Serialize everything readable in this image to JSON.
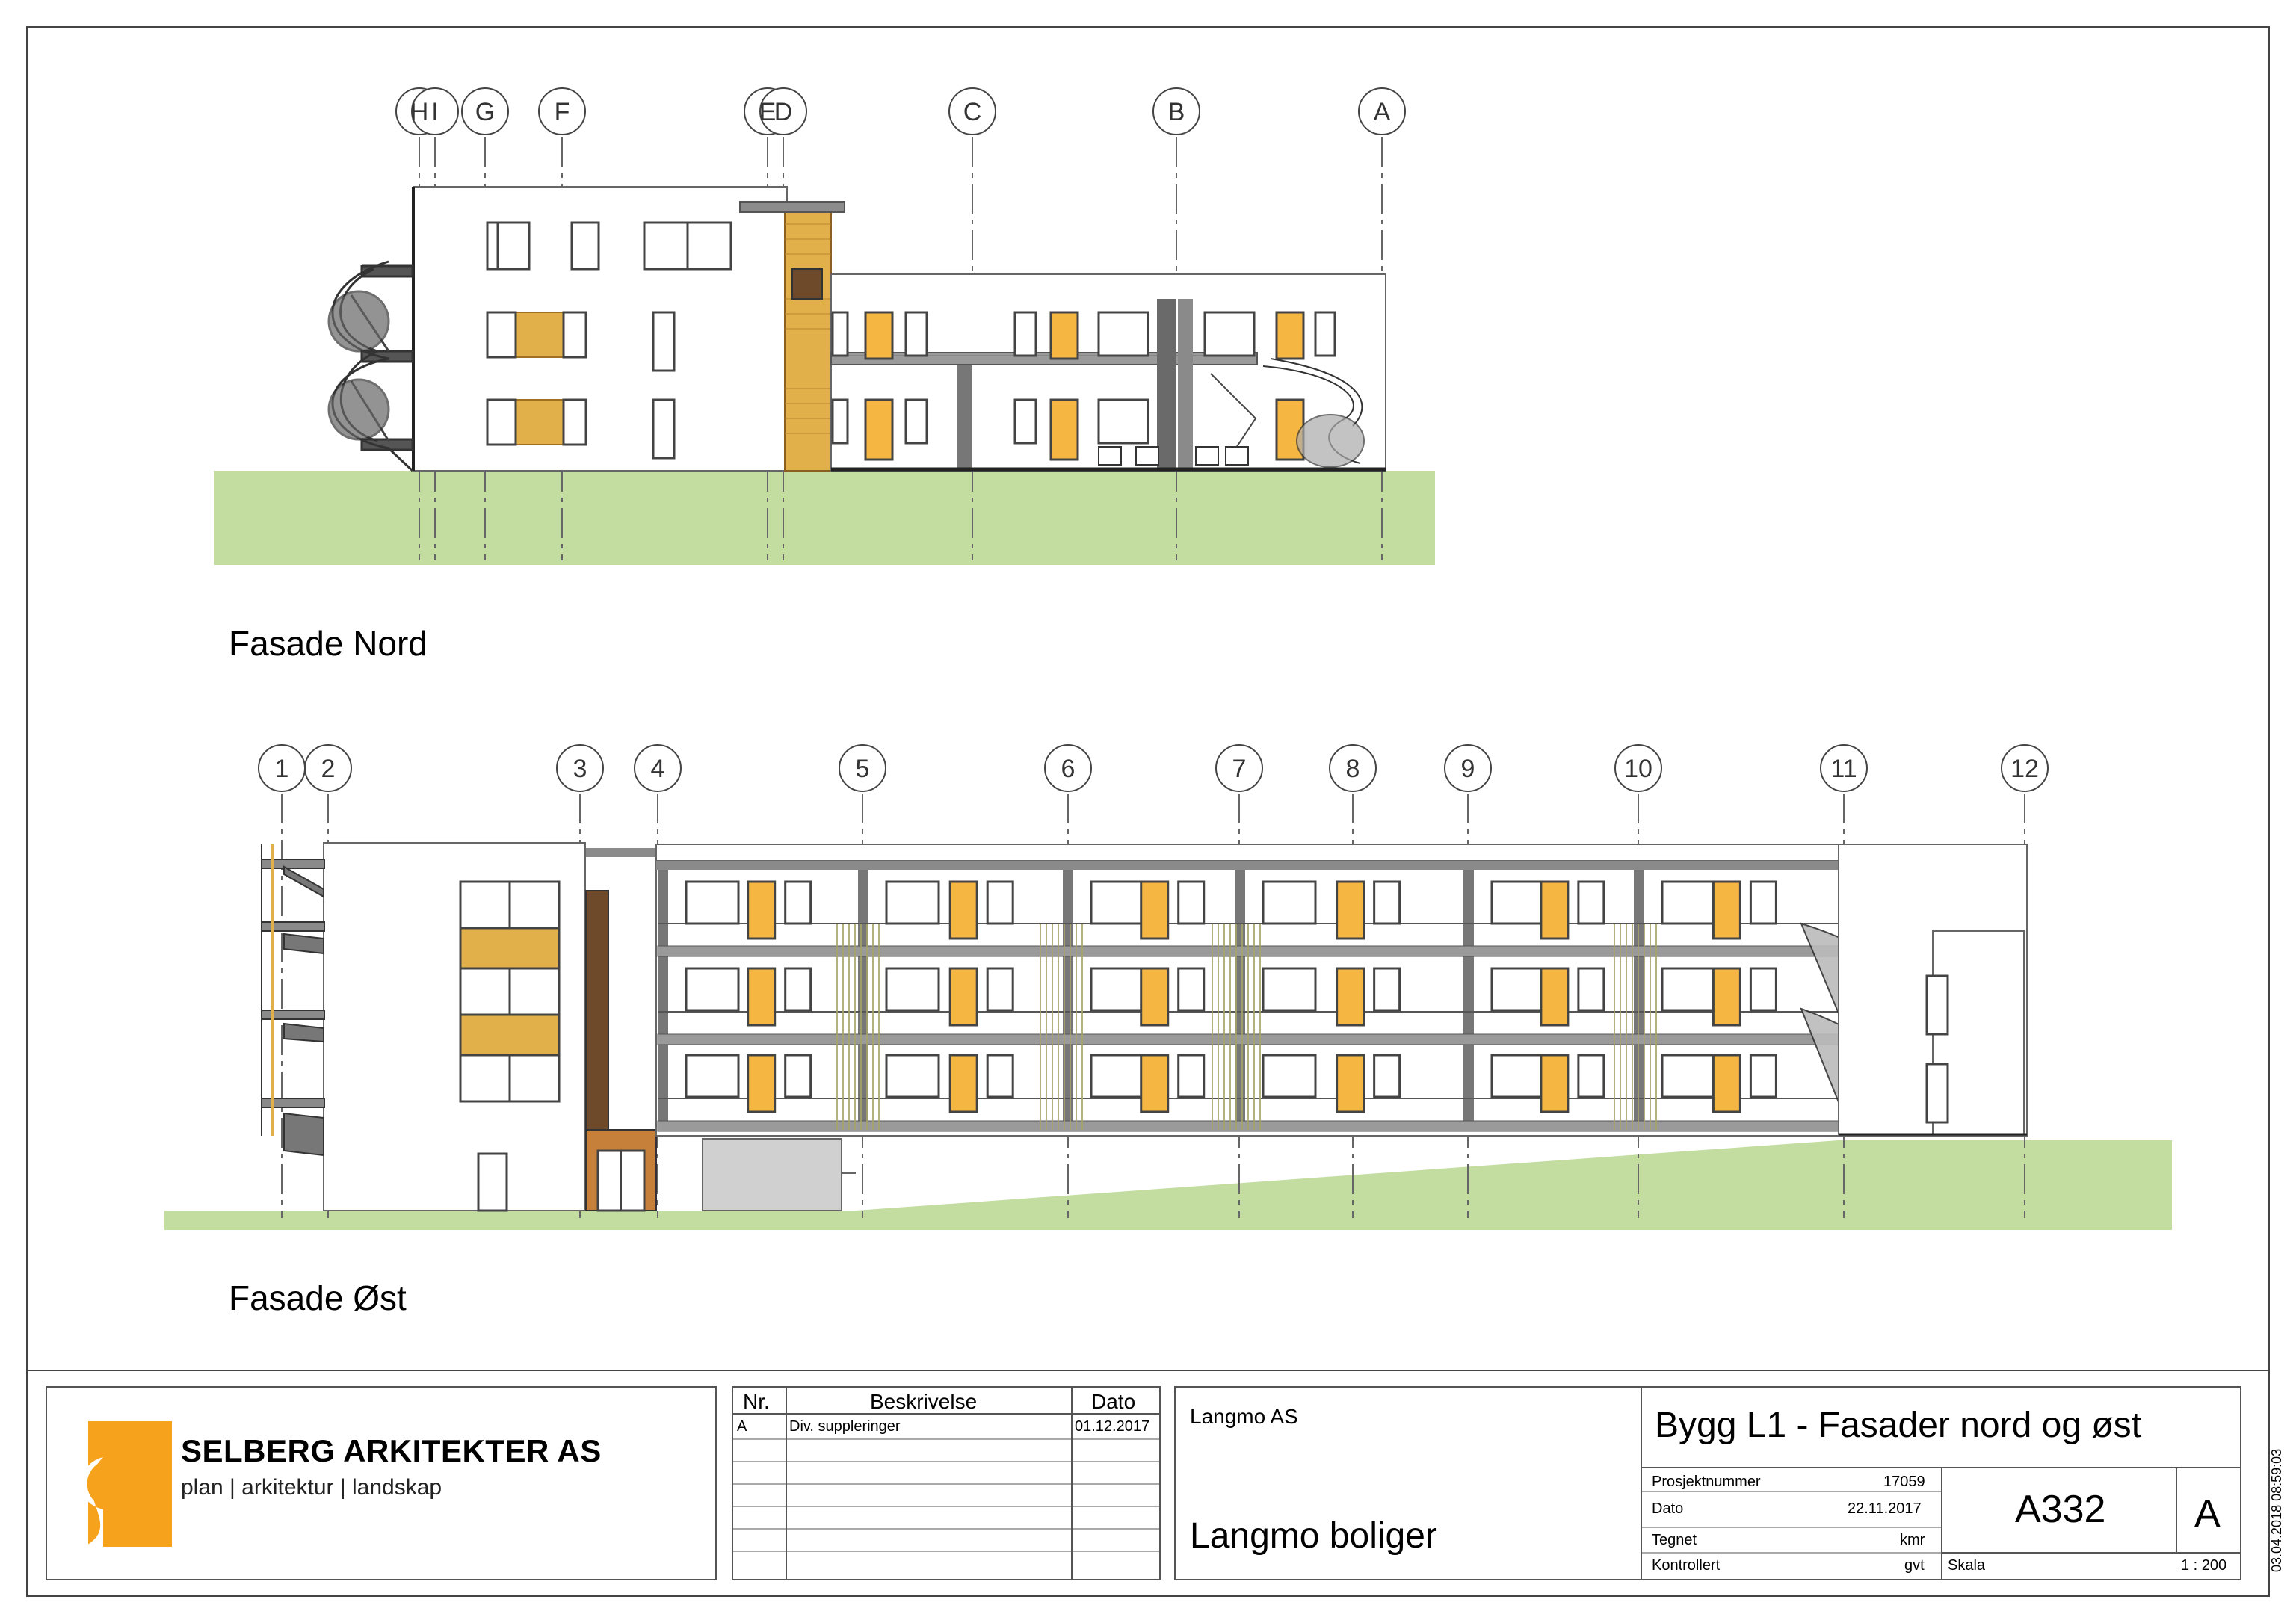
{
  "views": {
    "north": {
      "title": "Fasade Nord",
      "grid_labels": [
        "H",
        "I",
        "G",
        "F",
        "E",
        "D",
        "C",
        "B",
        "A"
      ]
    },
    "east": {
      "title": "Fasade Øst",
      "grid_labels": [
        "1",
        "2",
        "3",
        "4",
        "5",
        "6",
        "7",
        "8",
        "9",
        "10",
        "11",
        "12"
      ]
    }
  },
  "logo": {
    "company": "SELBERG ARKITEKTER AS",
    "tagline": "plan | arkitektur | landskap"
  },
  "revisions": {
    "headers": {
      "nr": "Nr.",
      "description": "Beskrivelse",
      "date": "Dato"
    },
    "rows": [
      {
        "nr": "A",
        "description": "Div. suppleringer",
        "date": "01.12.2017"
      }
    ]
  },
  "project": {
    "client": "Langmo AS",
    "name": "Langmo boliger",
    "drawing_title": "Bygg L1 - Fasader nord og øst",
    "drawing_number": "A332",
    "revision": "A",
    "fields": {
      "project_number_label": "Prosjektnummer",
      "project_number": "17059",
      "date_label": "Dato",
      "date": "22.11.2017",
      "drawn_label": "Tegnet",
      "drawn": "kmr",
      "checked_label": "Kontrollert",
      "checked": "gvt",
      "scale_label": "Skala",
      "scale": "1 : 200"
    }
  },
  "print_stamp": "03.04.2018 08:59:03",
  "colors": {
    "ground": "#c3dca0",
    "door_orange": "#f6b642",
    "cladding_wood": "#e2b04a",
    "dark_wood": "#6e4a2a",
    "concrete": "#8c8c8c",
    "logo_orange": "#f7a21c"
  }
}
